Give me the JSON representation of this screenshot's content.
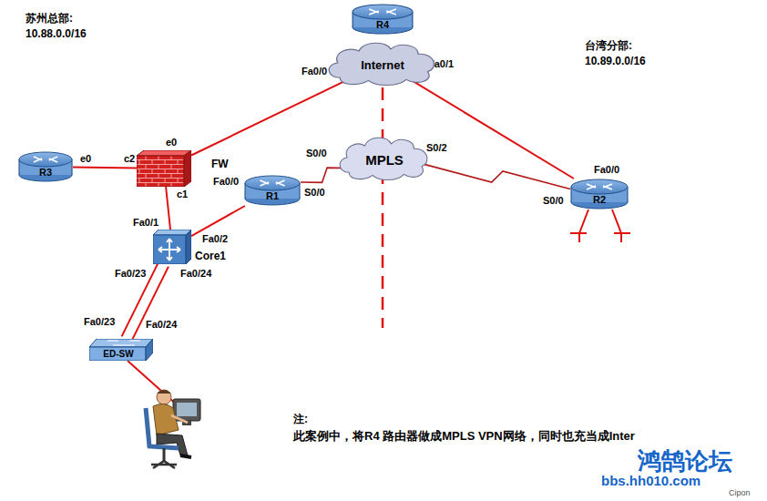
{
  "diagram": {
    "nodes": [
      {
        "text": [
          "R4"
        ]
      },
      {
        "text": [
          "Internet"
        ]
      },
      {
        "text": [
          "R3"
        ]
      },
      {
        "text": [
          "FW"
        ]
      },
      {
        "text": [
          "R1"
        ]
      },
      {
        "text": [
          "MPLS"
        ]
      },
      {
        "text": [
          "R2"
        ]
      },
      {
        "text": [
          "Core1"
        ]
      },
      {
        "text": [
          "ED-SW"
        ]
      }
    ],
    "edges": [
      {
        "from": 3,
        "to": 1,
        "arrow": "none"
      },
      {
        "from": 1,
        "to": 6,
        "arrow": "none"
      },
      {
        "from": 2,
        "to": 3,
        "arrow": "none"
      },
      {
        "from": 3,
        "to": 7,
        "arrow": "none"
      },
      {
        "from": 7,
        "to": 4,
        "arrow": "none"
      },
      {
        "from": 4,
        "to": 5,
        "arrow": "none"
      },
      {
        "from": 5,
        "to": 6,
        "arrow": "none"
      },
      {
        "from": 7,
        "to": 8,
        "arrow": "none"
      },
      {
        "from": 7,
        "to": 8,
        "arrow": "none"
      }
    ],
    "labels": [
      "苏州总部:",
      "10.88.0.0/16",
      "台湾分部:",
      "10.89.0.0/16",
      "Fa0/0",
      "Fa0/1",
      "e0",
      "c2",
      "e0",
      "c1",
      "Fa0/0",
      "S0/0",
      "S0/0",
      "S0/2",
      "Fa0/0",
      "S0/0",
      "Fa0/1",
      "Fa0/2",
      "Fa0/23",
      "Fa0/24",
      "Fa0/23",
      "Fa0/24",
      "注:",
      "此案例中，将R4 路由器做成MPLS VPN网络，同时也充当成Inter",
      "鸿鹄论坛",
      "bbs.hh010.com",
      "Cipon"
    ]
  }
}
